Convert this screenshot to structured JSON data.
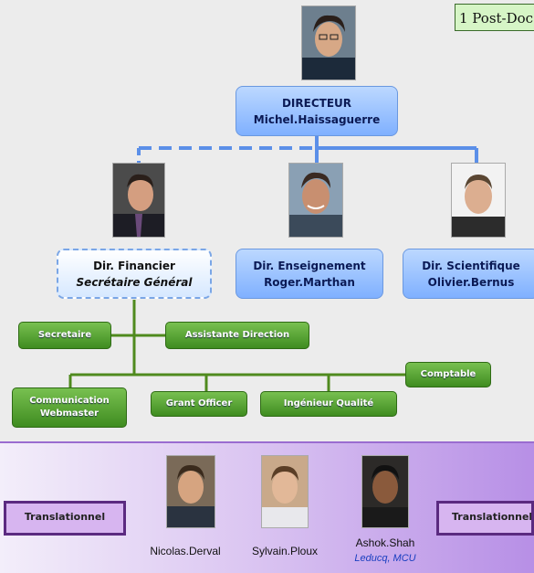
{
  "postdoc": "1 Post-Doc",
  "director": {
    "title": "DIRECTEUR",
    "name": "Michel.Haissaguerre"
  },
  "financier": {
    "title": "Dir. Financier",
    "subtitle": "Secrétaire Général"
  },
  "enseignement": {
    "title": "Dir. Enseignement",
    "name": "Roger.Marthan"
  },
  "scientifique": {
    "title": "Dir. Scientifique",
    "name": "Olivier.Bernus"
  },
  "staff": {
    "secretaire": "Secretaire",
    "assistante": "Assistante Direction",
    "comptable": "Comptable",
    "communication_line1": "Communication",
    "communication_line2": "Webmaster",
    "grant": "Grant Officer",
    "ingenieur": "Ingénieur Qualité"
  },
  "translational": {
    "left_label": "Translationnel",
    "right_label": "Translationnel",
    "people": [
      {
        "name": "Nicolas.Derval"
      },
      {
        "name": "Sylvain.Ploux"
      },
      {
        "name": "Ashok.Shah",
        "sub": "Leducq, MCU"
      }
    ]
  },
  "colors": {
    "blue_box": "#7fb0ff",
    "green_box": "#4a9a28",
    "connector_blue": "#5b8fe8",
    "connector_green": "#4f8a1e",
    "translational_bg": "#c9a5ee"
  },
  "icons": [
    "portrait-director",
    "portrait-financier",
    "portrait-enseignement",
    "portrait-scientifique",
    "portrait-derval",
    "portrait-ploux",
    "portrait-shah"
  ]
}
